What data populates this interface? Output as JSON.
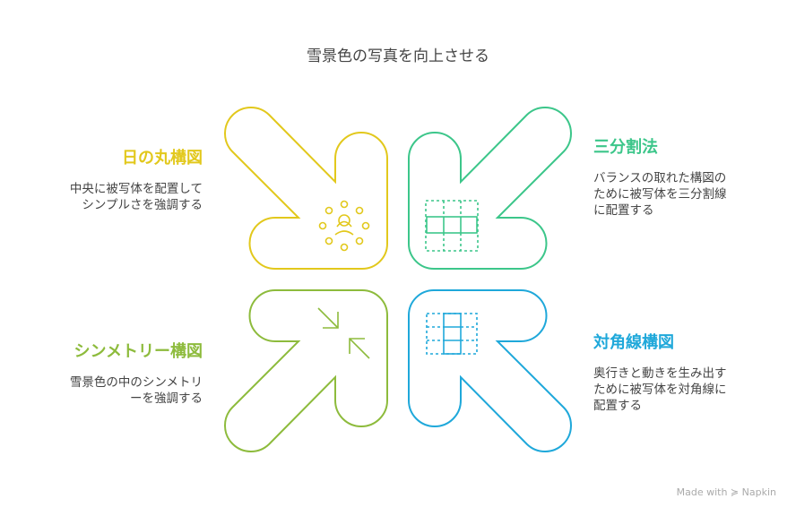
{
  "title": "雪景色の写真を向上させる",
  "colors": {
    "yellow": "#E2C81C",
    "green": "#3CC68A",
    "olive": "#8DBB3C",
    "blue": "#1FA8DA"
  },
  "items": [
    {
      "title": "日の丸構図",
      "desc": [
        "中央に被写体を配置して",
        "シンプルさを強調する"
      ]
    },
    {
      "title": "三分割法",
      "desc": [
        "バランスの取れた構図の",
        "ために被写体を三分割線",
        "に配置する"
      ]
    },
    {
      "title": "シンメトリー構図",
      "desc": [
        "雪景色の中のシンメトリ",
        "ーを強調する"
      ]
    },
    {
      "title": "対角線構図",
      "desc": [
        "奥行きと動きを生み出す",
        "ために被写体を対角線に",
        "配置する"
      ]
    }
  ],
  "credit": "Made with ≽ Napkin"
}
